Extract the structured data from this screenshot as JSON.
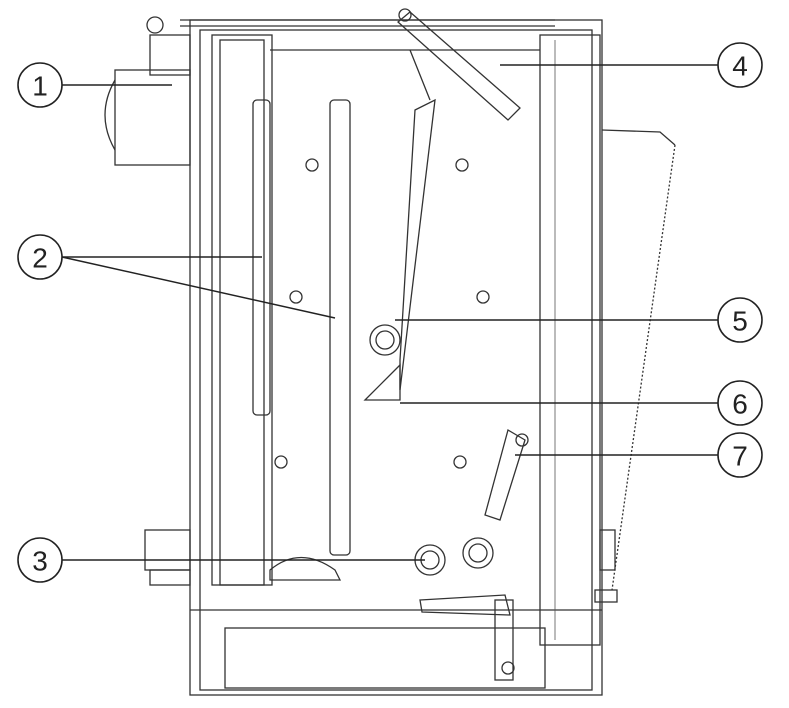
{
  "callouts": [
    {
      "label": "1"
    },
    {
      "label": "2"
    },
    {
      "label": "3"
    },
    {
      "label": "4"
    },
    {
      "label": "5"
    },
    {
      "label": "6"
    },
    {
      "label": "7"
    }
  ],
  "colors": {
    "line": "#333333",
    "background": "#ffffff"
  }
}
